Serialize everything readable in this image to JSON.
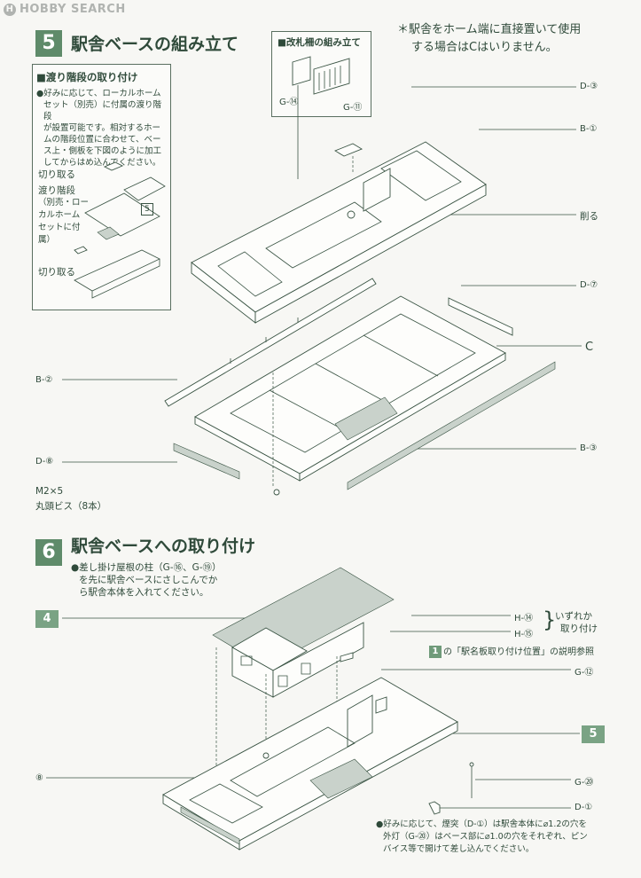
{
  "watermark": {
    "logo": "H",
    "text": "HOBBY SEARCH"
  },
  "step5": {
    "number": "5",
    "title": "駅舎ベースの組み立て",
    "note": "＊駅舎をホーム端に直接置いて使用する場合はCはいりません。",
    "note_line1": "＊駅舎をホーム端に直接置いて使用",
    "note_line2": "する場合はCはいりません。",
    "ticket_gate_title": "■改札柵の組み立て",
    "ticket_labels": [
      "G-⑭",
      "G-⑪"
    ],
    "stairs_box": {
      "title": "■渡り階段の取り付け",
      "note_lines": [
        "●好みに応じて、ローカルホーム",
        "セット（別売）に付属の渡り階段",
        "が設置可能です。相対するホー",
        "ムの階段位置に合わせて、ベー",
        "ス上・側板を下図のように加工",
        "してからはめ込んでください。"
      ],
      "cut_label_top": "切り取る",
      "stairs_label_lines": [
        "渡り階段",
        "（別売・ロー",
        "カルホーム",
        "セットに付",
        "属）"
      ],
      "cut_label_bottom": "切り取る",
      "ref": "5"
    },
    "labels": {
      "d3": "D-③",
      "b1": "B-①",
      "kezuru": "削る",
      "d7": "D-⑦",
      "c": "C",
      "b2": "B-②",
      "b3": "B-③",
      "d8": "D-⑧",
      "screw": "M2×5",
      "screw_note": "丸頭ビス（8本）"
    }
  },
  "step6": {
    "number": "6",
    "title": "駅舎ベースへの取り付け",
    "note_lines": [
      "●差し掛け屋根の柱（G-⑯、G-⑲）",
      "を先に駅舎ベースにさしこんでか",
      "ら駅舎本体を入れてください。"
    ],
    "tag4": "4",
    "tag5": "5",
    "h14": "H-⑭",
    "h15": "H-⑮",
    "either_lines": [
      "いずれか",
      "取り付け"
    ],
    "ref_badge": "1",
    "ref_text": "の「駅名板取り付け位置」の説明参照",
    "g12": "G-⑫",
    "g20": "G-⑳",
    "d1": "D-①",
    "label8": "⑧",
    "bottom_note_lines": [
      "●好みに応じて、煙突（D-①）は駅舎本体に⌀1.2の穴を",
      "外灯（G-⑳）はベース部に⌀1.0の穴をそれぞれ、ピン",
      "バイス等で開けて差し込んでください。"
    ]
  },
  "colors": {
    "ink": "#2f4a3a",
    "badge": "#5f8b6a",
    "paper": "#f7f7f4"
  }
}
